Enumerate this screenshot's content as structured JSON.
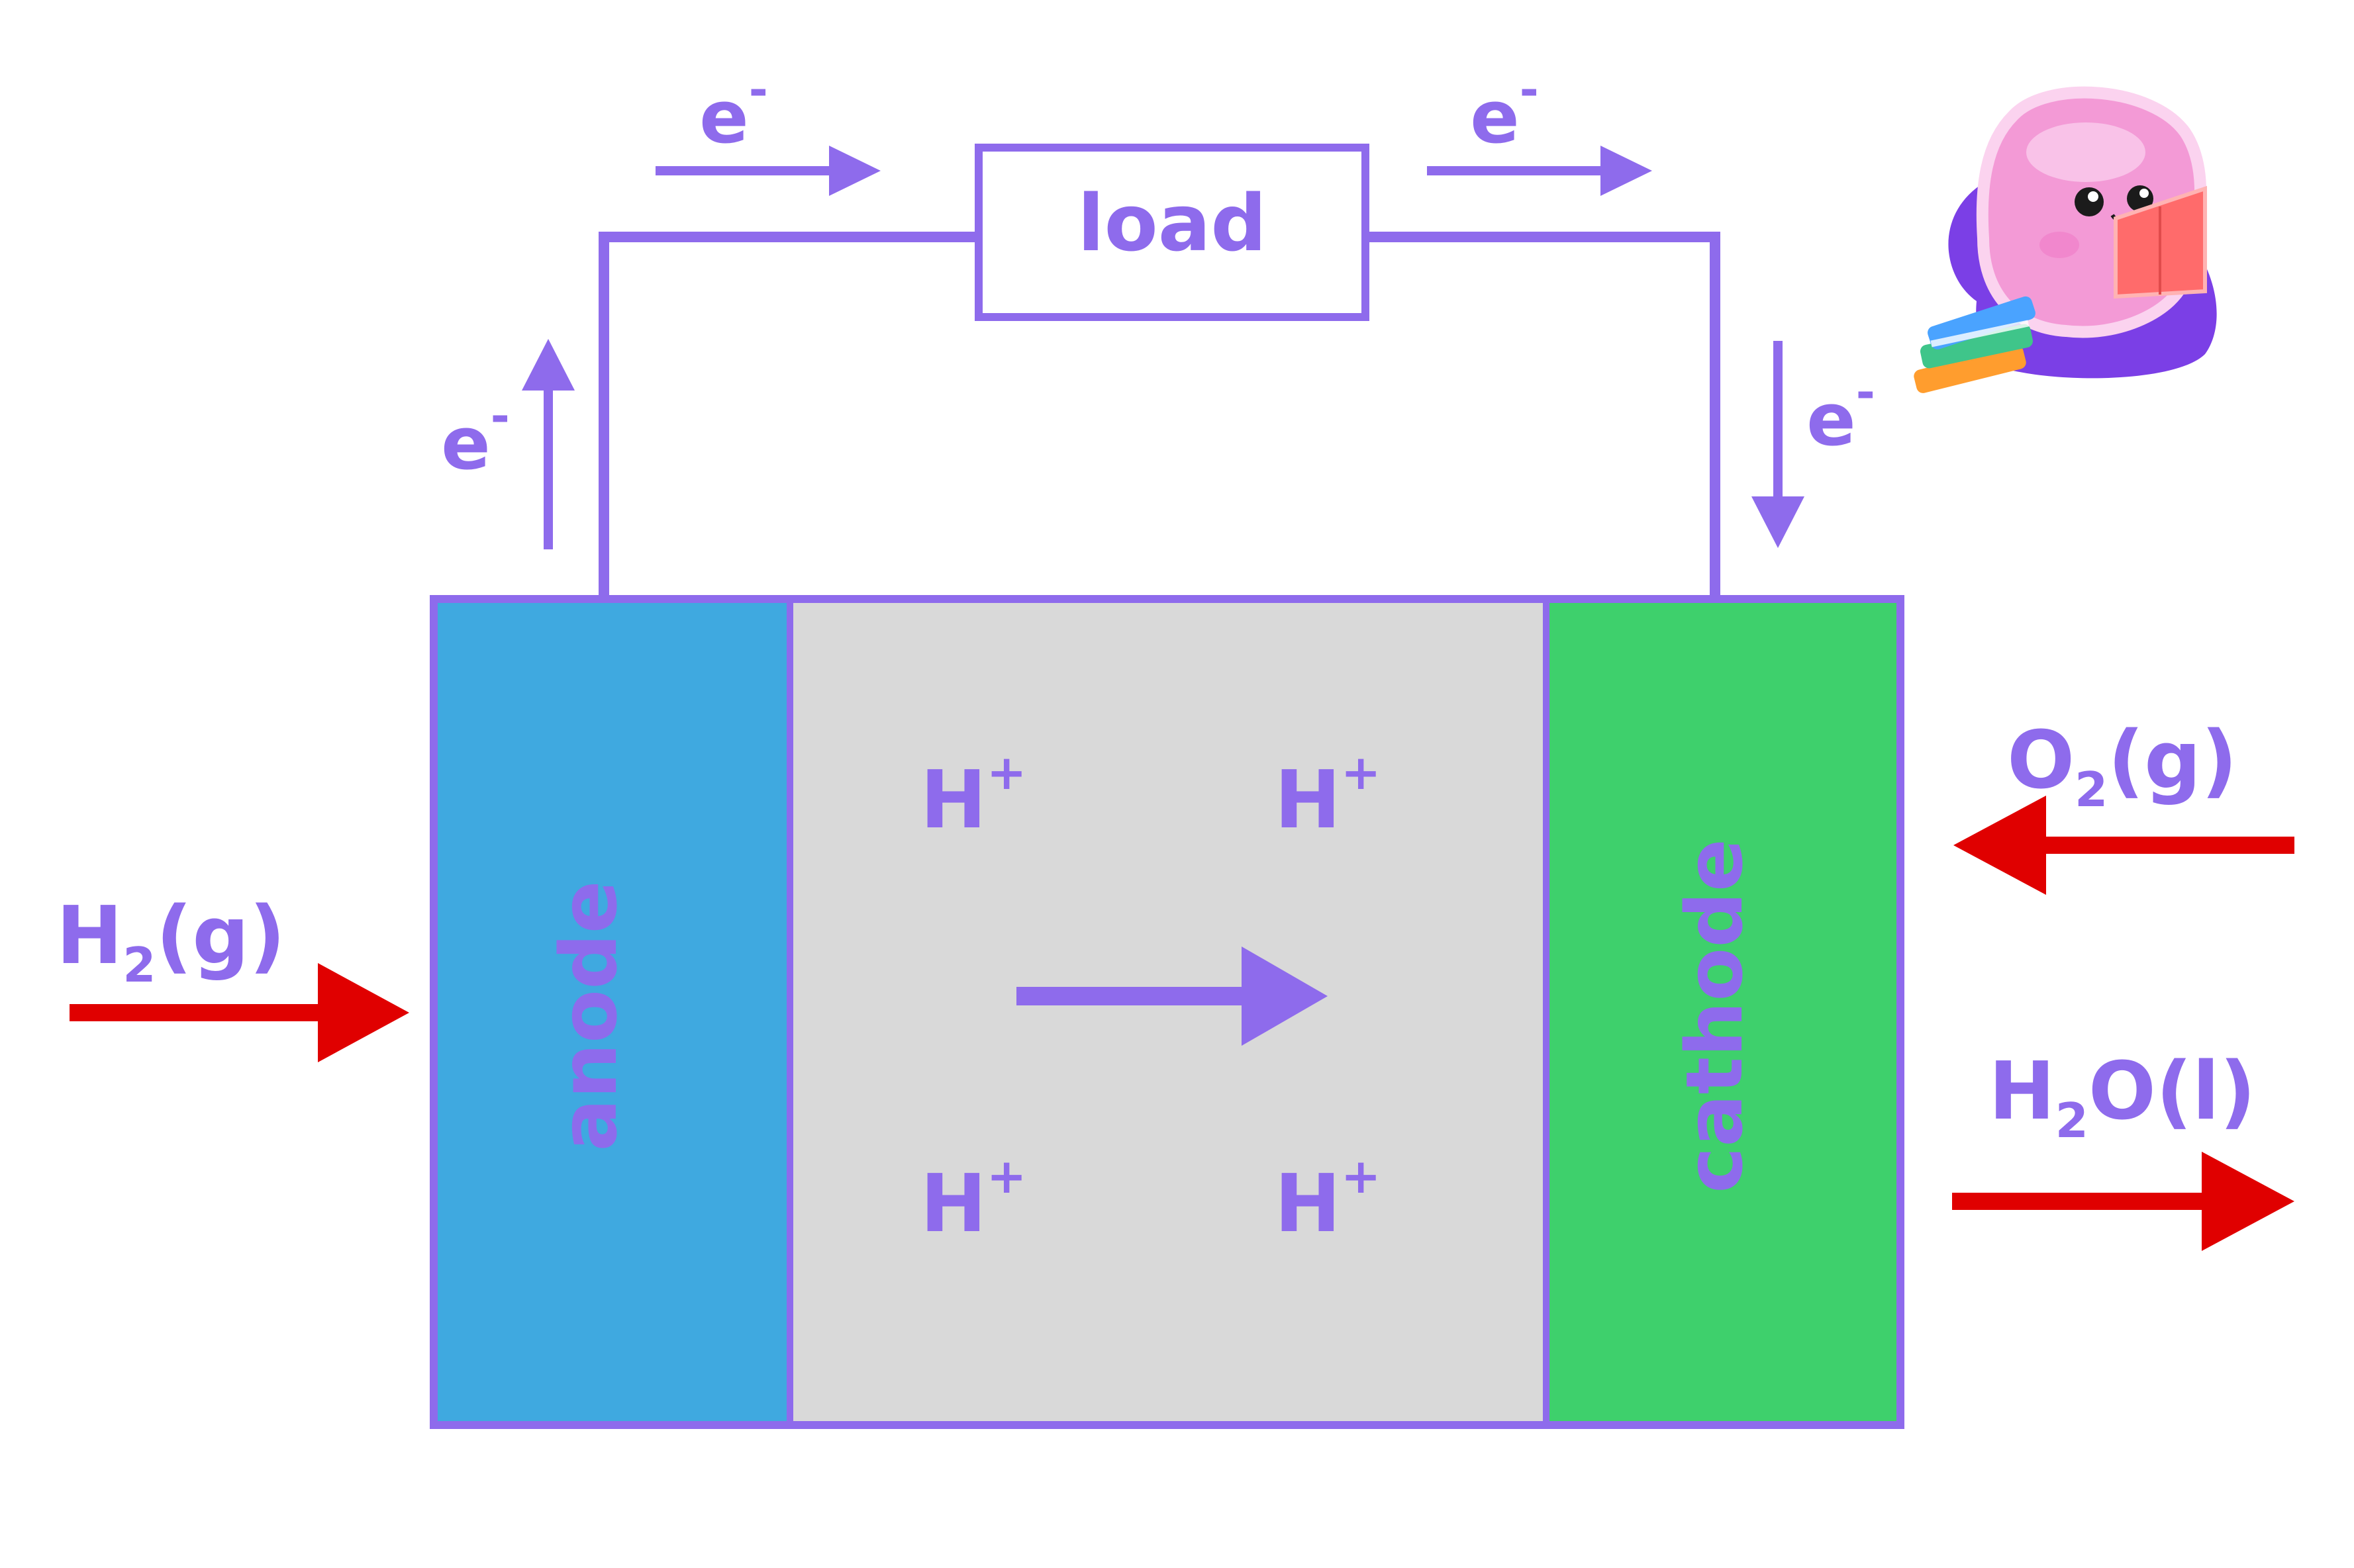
{
  "colors": {
    "purple": "#8e6bec",
    "red": "#e00000",
    "anode_fill": "#3fa9e0",
    "membrane_fill": "#d9d9d9",
    "cathode_fill": "#3ed06c",
    "mascot_pink": "#f39ad6",
    "mascot_seat": "#7b3fe6",
    "book_cover": "#ff6b6b"
  },
  "circuit": {
    "load_label": "load",
    "electron_label": "e",
    "electron_charge": "-"
  },
  "cell": {
    "anode_label": "anode",
    "cathode_label": "cathode",
    "ion_label": "H",
    "ion_charge": "+"
  },
  "inputs": {
    "hydrogen": {
      "main": "H",
      "sub": "2",
      "rest": "(g)"
    },
    "oxygen": {
      "main": "O",
      "sub": "2",
      "rest": "(g)"
    },
    "water": {
      "main": "H",
      "sub": "2",
      "rest": "O(l)"
    }
  },
  "mascot": {
    "icon": "reading-mascot-icon"
  }
}
